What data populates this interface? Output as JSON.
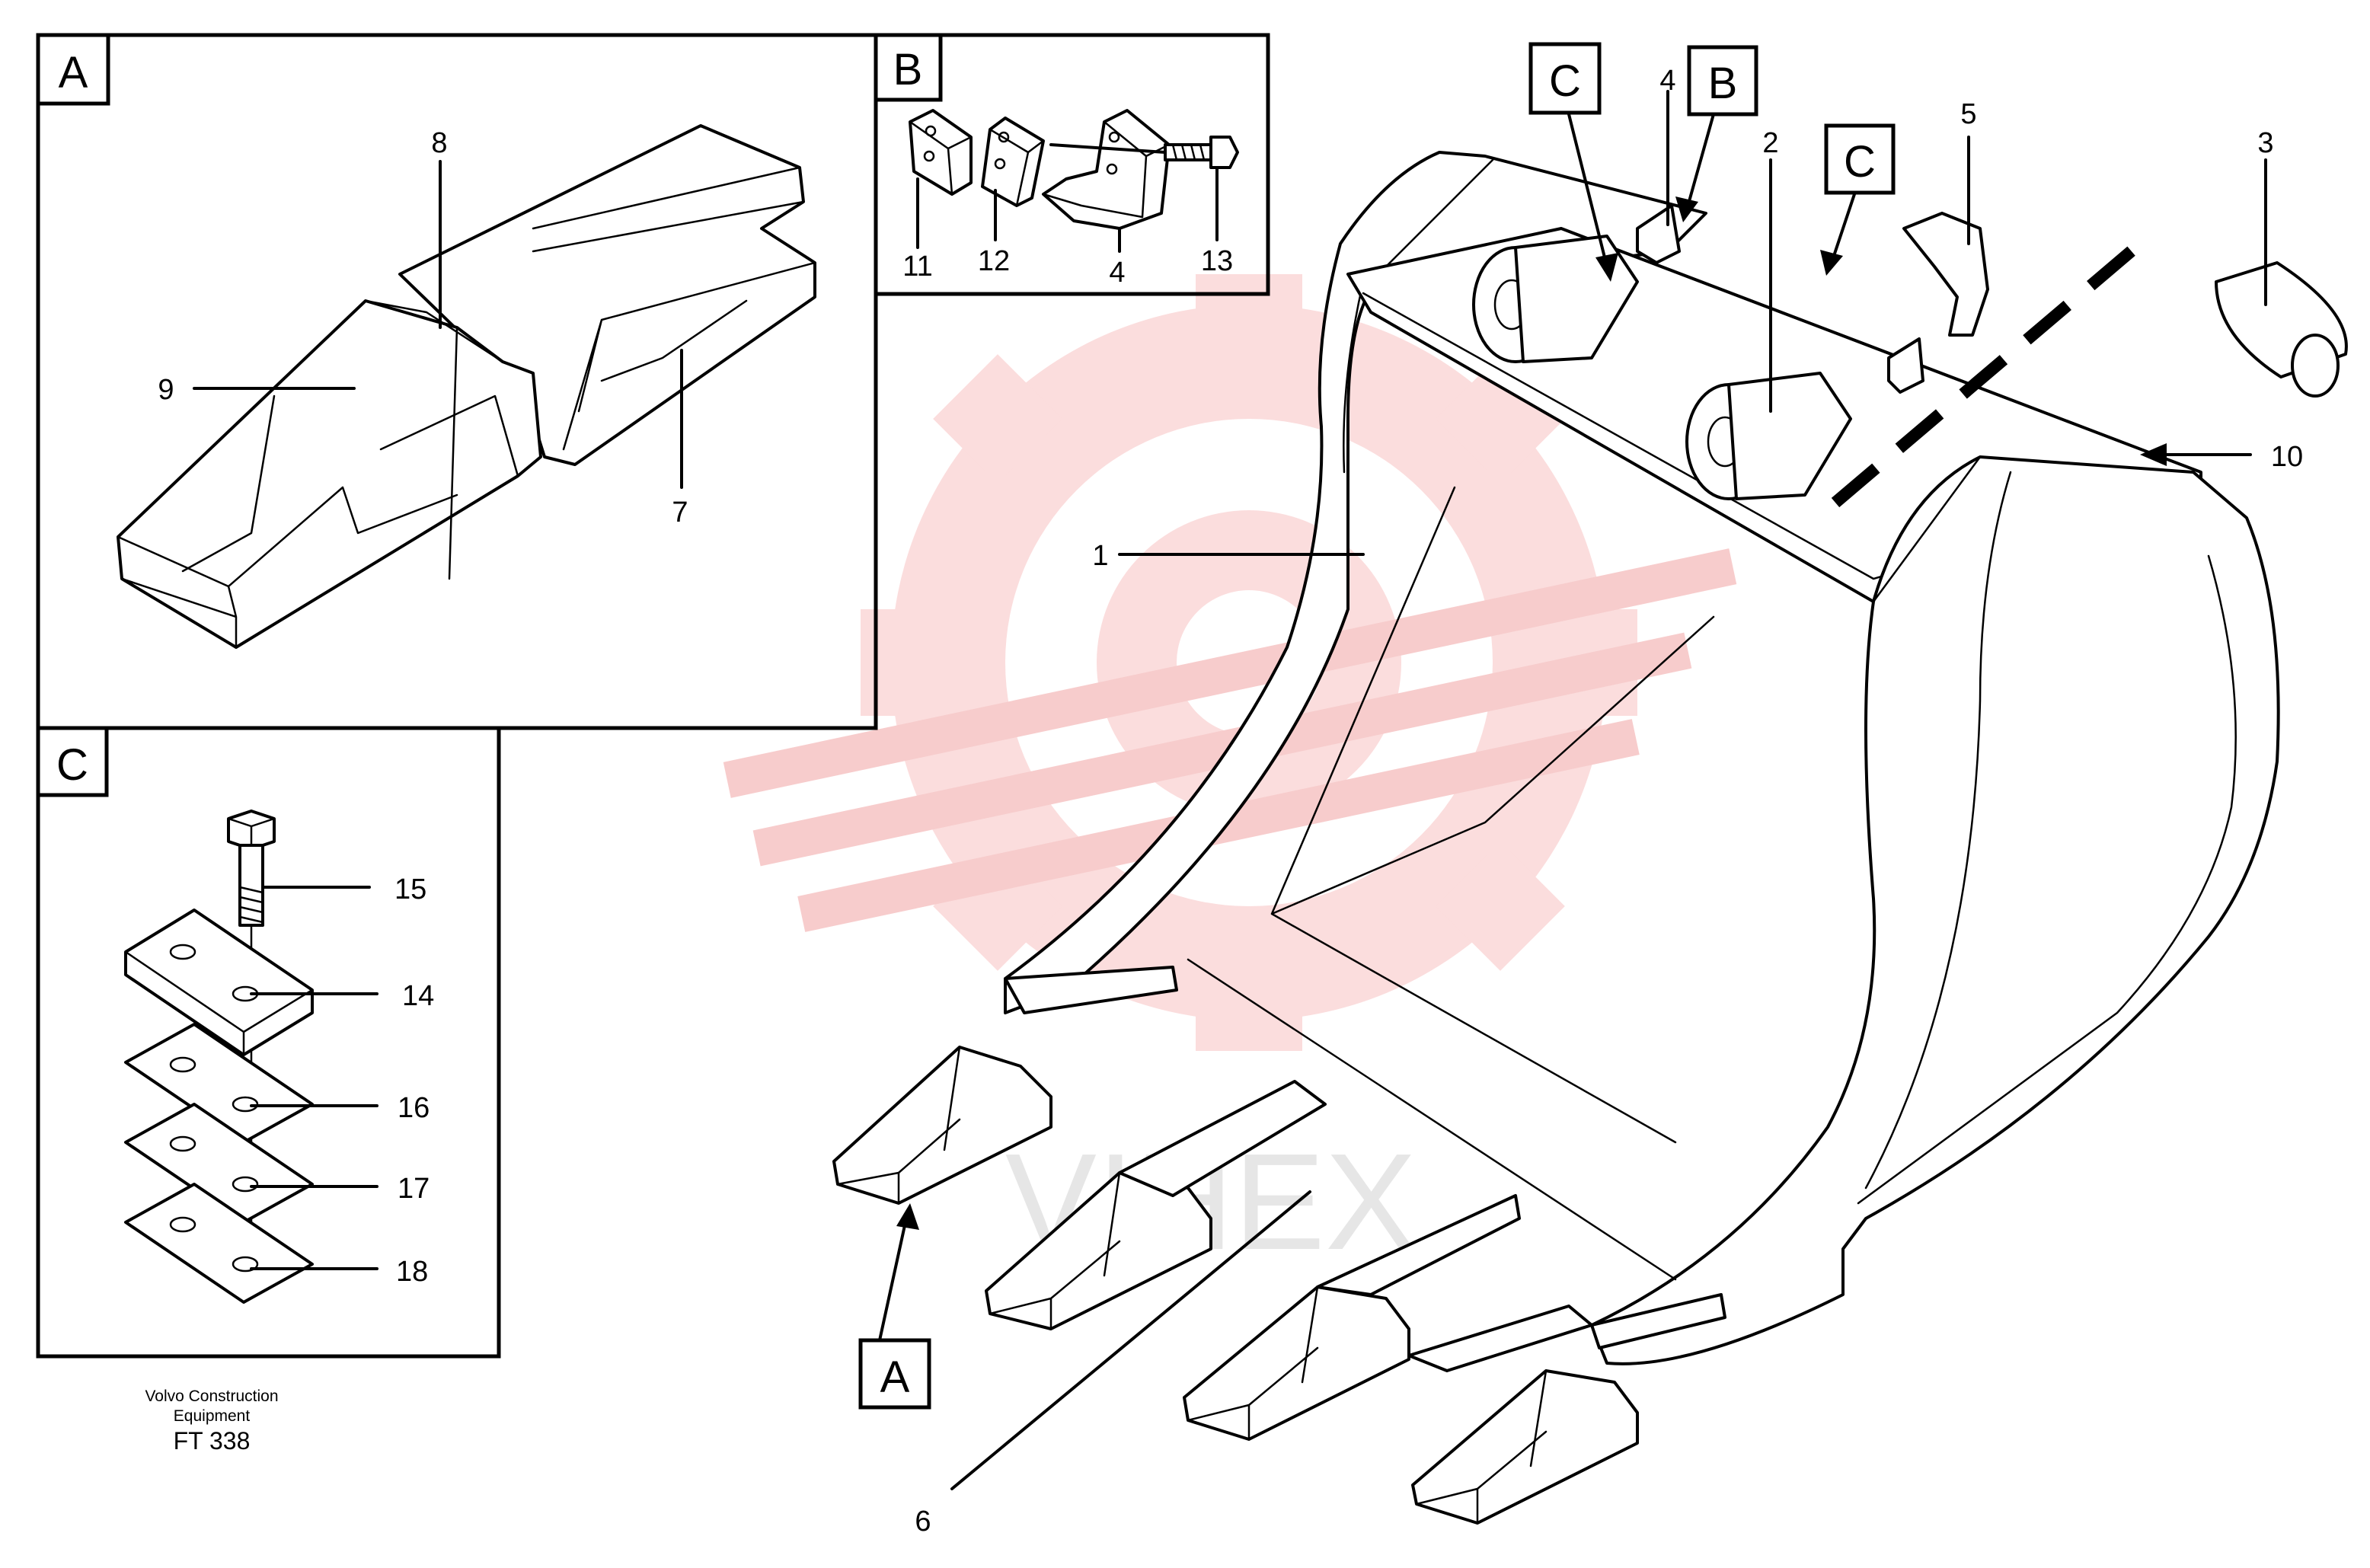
{
  "panels": {
    "A": {
      "label": "A"
    },
    "B": {
      "label": "B"
    },
    "C": {
      "label": "C"
    }
  },
  "main_labels": {
    "A": "A",
    "B": "B",
    "C_left": "C",
    "C_right": "C"
  },
  "callouts": {
    "n1": "1",
    "n2": "2",
    "n3": "3",
    "n4_main": "4",
    "n4_b": "4",
    "n5": "5",
    "n6": "6",
    "n7": "7",
    "n8": "8",
    "n9": "9",
    "n10": "10",
    "n11": "11",
    "n12": "12",
    "n13": "13",
    "n14": "14",
    "n15": "15",
    "n16": "16",
    "n17": "17",
    "n18": "18"
  },
  "footer": {
    "line1": "Volvo Construction",
    "line2": "Equipment",
    "code": "FT 338"
  },
  "watermark": {
    "text": "VIHEX",
    "color": "#f2c4c4"
  }
}
